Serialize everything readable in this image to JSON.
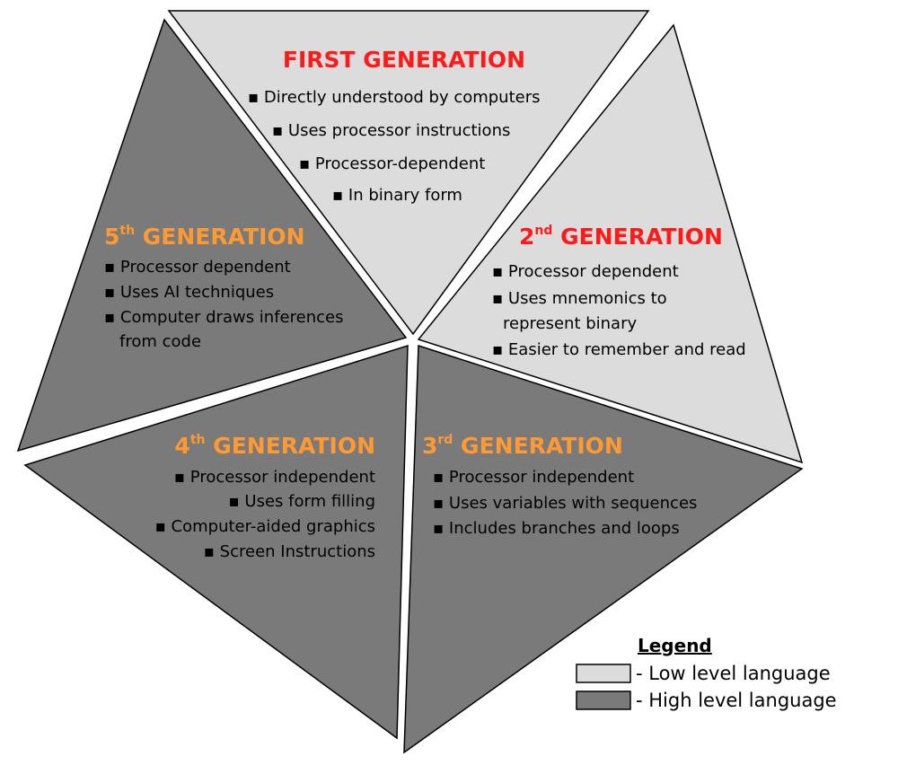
{
  "colors": {
    "low_level": "#dcdcdc",
    "high_level": "#7a7a7a",
    "first_title": "#ff1a1a",
    "second_title": "#ff1a1a",
    "high_title": "#ff9a33",
    "outline": "#000000"
  },
  "segments": {
    "first": {
      "title": "FIRST GENERATION",
      "bullets": [
        "▪ Directly understood by computers",
        "▪ Uses processor instructions",
        "▪ Processor-dependent",
        "▪ In binary form"
      ]
    },
    "second": {
      "title_num": "2",
      "title_sup": "nd",
      "title_rest": " GENERATION",
      "bullets": [
        "▪ Processor dependent",
        "▪ Uses mnemonics to",
        "represent binary",
        "▪ Easier to remember and read"
      ]
    },
    "third": {
      "title_num": "3",
      "title_sup": "rd",
      "title_rest": " GENERATION",
      "bullets": [
        "▪ Processor independent",
        "▪ Uses variables with sequences",
        "▪ Includes branches and loops"
      ]
    },
    "fourth": {
      "title_num": "4",
      "title_sup": "th",
      "title_rest": " GENERATION",
      "bullets": [
        "▪ Processor independent",
        "▪ Uses form filling",
        "▪ Computer-aided graphics",
        "▪ Screen Instructions"
      ]
    },
    "fifth": {
      "title_num": "5",
      "title_sup": "th",
      "title_rest": " GENERATION",
      "bullets": [
        "▪ Processor dependent",
        "▪ Uses AI techniques",
        "▪ Computer draws inferences",
        "from code"
      ]
    }
  },
  "legend": {
    "title": "Legend",
    "items": [
      {
        "label": "- Low level language",
        "swatch": "low"
      },
      {
        "label": "- High level language",
        "swatch": "high"
      }
    ]
  }
}
